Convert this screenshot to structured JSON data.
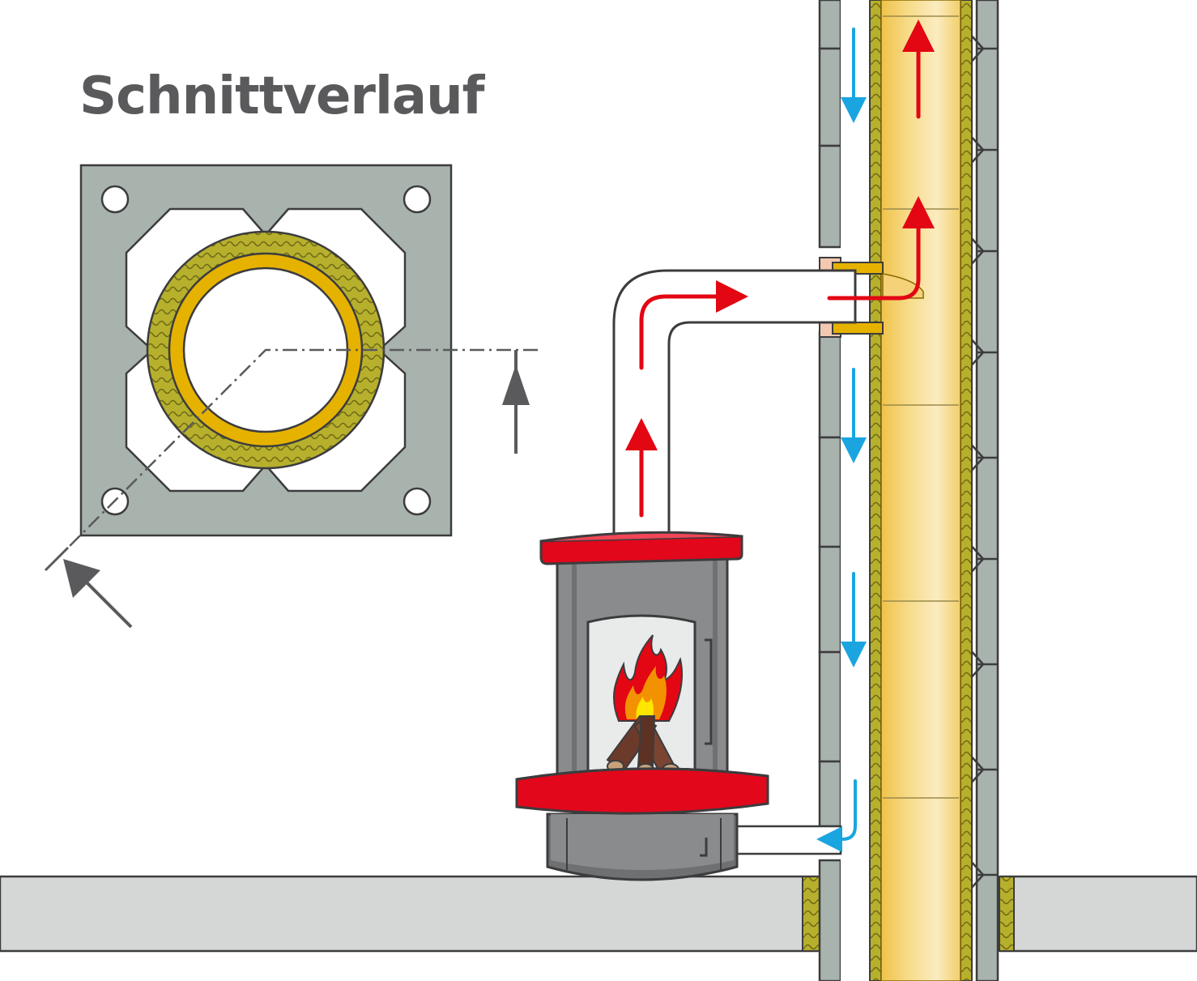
{
  "title": "Schnittverlauf",
  "colors": {
    "flow_hot": "#e30613",
    "flow_cold": "#1aa5e0",
    "liner": "#e6b200",
    "insulation": "#9c9a2a",
    "chimney_block": "#a9b3ad",
    "stove_body": "#8a8b8d",
    "stove_trim": "#e2071b",
    "floor": "#d5d6d6",
    "outline": "#3c3c3e"
  },
  "icons": [
    "section-line",
    "view-arrow",
    "flame",
    "logs",
    "door-handle"
  ]
}
